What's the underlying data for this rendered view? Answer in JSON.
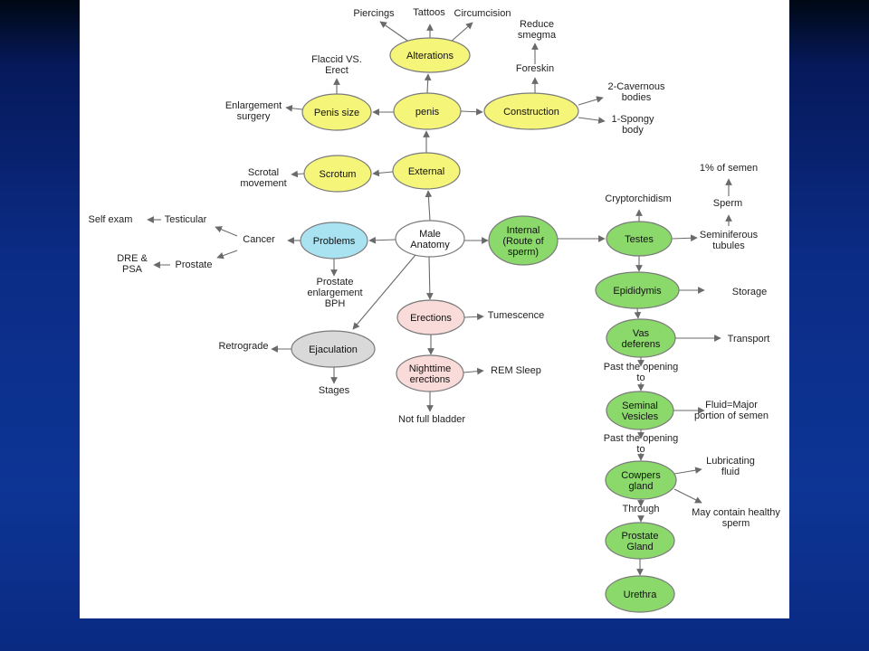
{
  "colors": {
    "yellow": "#f5f57a",
    "blue": "#a9e3f2",
    "green": "#8bd96b",
    "pink": "#f9dcd9",
    "gray": "#d9d9d9",
    "white": "#ffffff",
    "stroke": "#7a7a7a",
    "arrow": "#6a6a6a"
  },
  "nodes": {
    "alterations": "Alterations",
    "penis": "penis",
    "penis_size": "Penis size",
    "construction": "Construction",
    "external": "External",
    "scrotum": "Scrotum",
    "male_anatomy": [
      "Male",
      "Anatomy"
    ],
    "problems": "Problems",
    "internal": [
      "Internal",
      "(Route of",
      "sperm)"
    ],
    "testes": "Testes",
    "epididymis": "Epididymis",
    "vas_deferens": [
      "Vas",
      "deferens"
    ],
    "seminal_vesicles": [
      "Seminal",
      "Vesicles"
    ],
    "cowpers_gland": [
      "Cowpers",
      "gland"
    ],
    "prostate_gland": [
      "Prostate",
      "Gland"
    ],
    "urethra": "Urethra",
    "erections": "Erections",
    "nighttime_erections": [
      "Nighttime",
      "erections"
    ],
    "ejaculation": "Ejaculation"
  },
  "labels": {
    "piercings": [
      "Piercings"
    ],
    "tattoos": [
      "Tattoos"
    ],
    "circumcision": [
      "Circumcision"
    ],
    "reduce_smegma": [
      "Reduce",
      "smegma"
    ],
    "foreskin": [
      "Foreskin"
    ],
    "flaccid_vs_erect": [
      "Flaccid VS.",
      "Erect"
    ],
    "enlargement_surgery": [
      "Enlargement",
      "surgery"
    ],
    "cavernous_bodies": [
      "2-Cavernous",
      "bodies"
    ],
    "spongy_body": [
      "1-Spongy",
      "body"
    ],
    "scrotal_movement": [
      "Scrotal",
      "movement"
    ],
    "self_exam": [
      "Self exam"
    ],
    "testicular": [
      "Testicular"
    ],
    "cancer": [
      "Cancer"
    ],
    "dre_psa": [
      "DRE &",
      "PSA"
    ],
    "prostate": [
      "Prostate"
    ],
    "prostate_enlargement": [
      "Prostate",
      "enlargement",
      "BPH"
    ],
    "cryptorchidism": [
      "Cryptorchidism"
    ],
    "one_percent_semen": [
      "1% of semen"
    ],
    "sperm": [
      "Sperm"
    ],
    "seminiferous_tubules": [
      "Seminiferous",
      "tubules"
    ],
    "storage": [
      "Storage"
    ],
    "transport": [
      "Transport"
    ],
    "past_opening_1": [
      "Past the opening",
      "to"
    ],
    "fluid_major": [
      "Fluid=Major",
      "portion of semen"
    ],
    "past_opening_2": [
      "Past the opening",
      "to"
    ],
    "lubricating_fluid": [
      "Lubricating",
      "fluid"
    ],
    "may_contain_sperm": [
      "May contain healthy",
      "sperm"
    ],
    "through": [
      "Through"
    ],
    "tumescence": [
      "Tumescence"
    ],
    "rem_sleep": [
      "REM Sleep"
    ],
    "not_full_bladder": [
      "Not full bladder"
    ],
    "retrograde": [
      "Retrograde"
    ],
    "stages": [
      "Stages"
    ]
  }
}
